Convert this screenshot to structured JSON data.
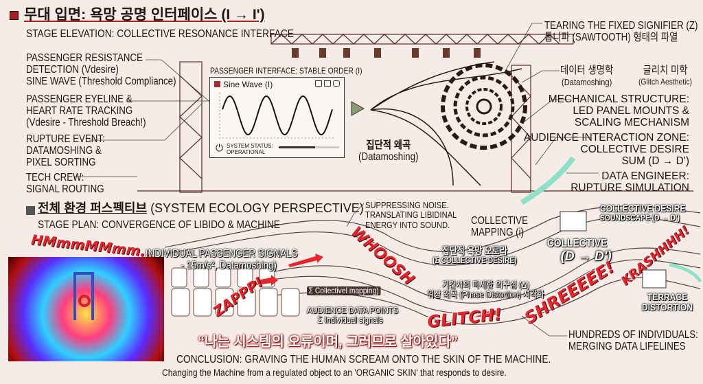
{
  "colors": {
    "accent": "#b02020",
    "sfx": "#e8242c",
    "teal": "#8fe0c8",
    "paper": "#f6ece7"
  },
  "elevation": {
    "title": "무대 입면: 욕망 공명 인터페이스 (I → I')",
    "subtitle": "STAGE ELEVATION: COLLECTIVE RESONANCE INTERFACE",
    "left_labels": [
      {
        "lines": [
          "PASSENGER RESISTANCE",
          "DETECTION (Vdesire)",
          "SINE WAVE (Threshold Compliance)"
        ]
      },
      {
        "lines": [
          "PASSENGER EYELINE &",
          "HEART RATE TRACKING",
          "(Vdesire - Threshold Breach!)"
        ]
      },
      {
        "lines": [
          "RUPTURE EVENT:",
          "DATAMOSHING &",
          "PIXEL SORTING"
        ]
      },
      {
        "lines": [
          "TECH CREW:",
          "SIGNAL ROUTING"
        ]
      }
    ],
    "screen": {
      "header": "PASSENGER INTERFACE: STABLE ORDER (I)",
      "wave_label": "Sine Wave (I)",
      "status_line1": "SYSTEM STATUS:",
      "status_line2": "OPERATIONAL"
    },
    "distortion_label": [
      "집단적 왜곡",
      "(Datamoshing)"
    ],
    "right_labels": {
      "tearing": [
        "TEARING THE FIXED SIGNIFIER (Z)",
        "톱니파 (SAWTOOTH) 형태의 파열"
      ],
      "datamoshing": [
        "데이터 생명학",
        "(Datamoshing)"
      ],
      "glitch": [
        "글리치 미학",
        "(Glitch Aesthetic)"
      ],
      "mechanical": [
        "MECHANICAL STRUCTURE:",
        "LED PANEL MOUNTS &",
        "SCALING MECHANISM"
      ],
      "audience": [
        "AUDIENCE INTERACTION ZONE:",
        "COLLECTIVE DESIRE",
        "SUM (D → D')"
      ],
      "engineer": [
        "DATA ENGINEER:",
        "RUPTURE SIMULATION"
      ]
    }
  },
  "ecology": {
    "title": "전체 환경 퍼스펙티브",
    "title_en": "(SYSTEM ECOLOGY PERSPECTIVE)",
    "subtitle": "STAGE PLAN: CONVERGENCE OF LIBIDO & MACHINE",
    "sfx": {
      "hmm": "HMmmMMmm...",
      "zap": "ZAPPP!",
      "whoosh": "WHOOSH",
      "glitch": "GLITCH!",
      "shree": "SHREEEEE!",
      "krash": "KRASHHHH!"
    },
    "signals": [
      "INDIVIDUAL PASSENGER SIGNALS",
      "- 15m/s², Datamoshing)"
    ],
    "collective_mapping_sum": "Σ Collectivel mapping)",
    "audience_points": [
      "AUDIENCE DATA POINTS",
      "Σ Individual signals"
    ],
    "suppressing": [
      "SUPPRESSING NOISE.",
      "TRANSLATING LIBIDINAL",
      "ENERGY INTO SOUND."
    ],
    "collective_mapping": [
      "COLLECTIVE",
      "MAPPING (i)"
    ],
    "aurora": [
      "집단적 욕망 오로라",
      "(Σ COLLECTIVE DESIRE)"
    ],
    "phase": [
      "기간사의 미세한 의구심 (Δ)",
      "위상 왜곡 (Phase Distortion) 시각화"
    ],
    "collective_dd": [
      "COLLECTIVE",
      "(D → D')"
    ],
    "soundscape": [
      "COLLECTIVE DESIRE",
      "SOUNDSCAPE (D → D')"
    ],
    "terrace": [
      "TERRACE",
      "DISTORTION"
    ],
    "hundreds": [
      "HUNDREDS OF INDIVIDUALS:",
      "MERGING DATA LIFELINES"
    ],
    "quote": "“나는 시스템의 오류이며, 그러므로 살아있다”",
    "conclusion": "CONCLUSION: GRAVING THE HUMAN SCREAM ONTO THE SKIN OF THE MACHINE.",
    "conclusion_sub": "Changing the Machine from a regulated object to an 'ORGANIC SKIN' that responds to desire."
  }
}
